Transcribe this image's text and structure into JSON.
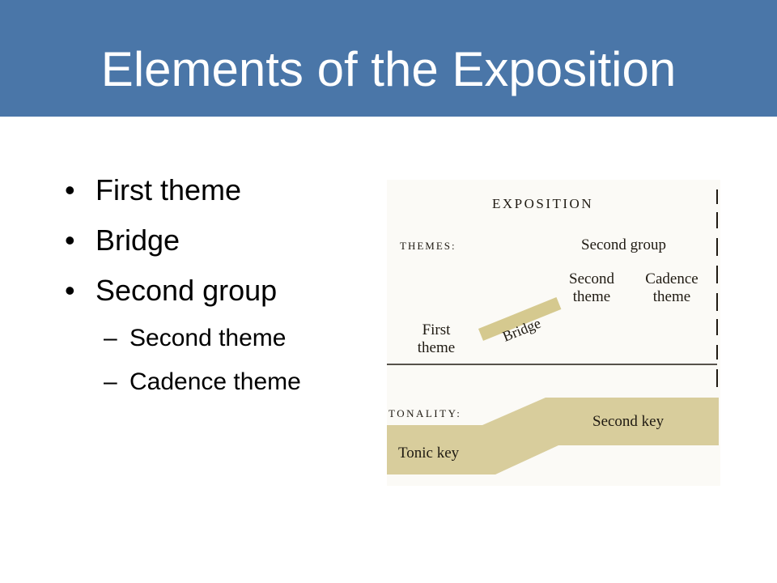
{
  "title": "Elements of the Exposition",
  "bullets": [
    {
      "text": "First theme",
      "level": 1
    },
    {
      "text": "Bridge",
      "level": 1
    },
    {
      "text": "Second group",
      "level": 1
    },
    {
      "text": "Second theme",
      "level": 2
    },
    {
      "text": "Cadence theme",
      "level": 2
    }
  ],
  "diagram": {
    "heading": "EXPOSITION",
    "themes_label": "THEMES:",
    "second_group": "Second group",
    "second_theme_l1": "Second",
    "second_theme_l2": "theme",
    "cadence_theme_l1": "Cadence",
    "cadence_theme_l2": "theme",
    "first_theme_l1": "First",
    "first_theme_l2": "theme",
    "bridge": "Bridge",
    "tonality_label": "TONALITY:",
    "tonic_key": "Tonic key",
    "second_key": "Second key",
    "band_color": "#d8cd9c",
    "bar_color": "#d5c98f"
  },
  "colors": {
    "title_bar": "#4a76a8",
    "title_text": "#ffffff",
    "body_text": "#000000"
  }
}
